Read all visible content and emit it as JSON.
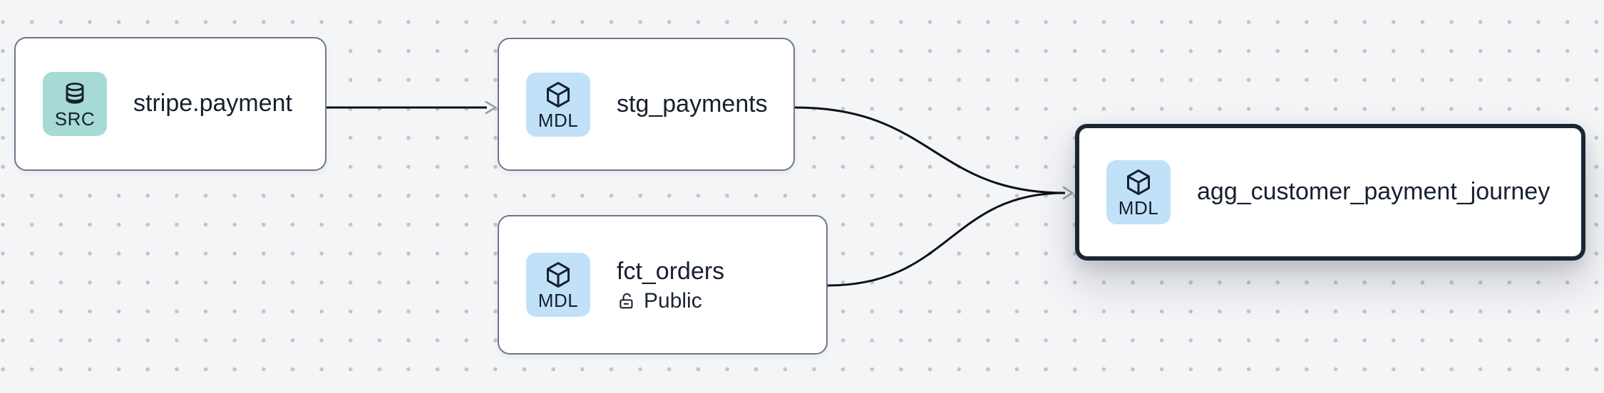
{
  "canvas": {
    "kind": "lineage-graph",
    "background": "#f4f5f7",
    "dot_color": "#c2c4ca"
  },
  "colors": {
    "node_background": "#ffffff",
    "node_border": "#6e7787",
    "selected_node_border": "#1b2534",
    "text": "#16202e",
    "src_badge_background": "#a7dad5",
    "mdl_badge_background": "#c0e1f8",
    "edge": "#0d1117",
    "arrowhead": "#9aa0aa"
  },
  "nodes": [
    {
      "label": "stripe.payment",
      "badge": "SRC",
      "icon": "database-icon",
      "selected": false
    },
    {
      "label": "stg_payments",
      "badge": "MDL",
      "icon": "cube-icon",
      "selected": false
    },
    {
      "label": "fct_orders",
      "badge": "MDL",
      "icon": "cube-icon",
      "access": "Public",
      "access_icon": "lock-open-icon",
      "selected": false
    },
    {
      "label": "agg_customer_payment_journey",
      "badge": "MDL",
      "icon": "cube-icon",
      "selected": true
    }
  ],
  "edges": [
    {
      "from": "stripe.payment",
      "to": "stg_payments"
    },
    {
      "from": "stg_payments",
      "to": "agg_customer_payment_journey"
    },
    {
      "from": "fct_orders",
      "to": "agg_customer_payment_journey"
    }
  ]
}
